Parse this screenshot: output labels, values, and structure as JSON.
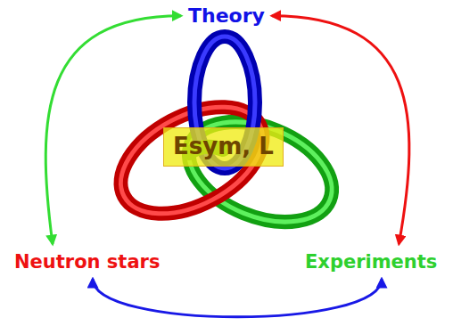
{
  "diagram": {
    "nodes": [
      {
        "text": [
          "Theory"
        ]
      },
      {
        "text": [
          "Esym, L"
        ]
      },
      {
        "text": [
          "Neutron stars"
        ]
      },
      {
        "text": [
          "Experiments"
        ]
      }
    ],
    "edges": [
      {
        "from": 0,
        "to": 2,
        "arrow": "both"
      },
      {
        "from": 0,
        "to": 3,
        "arrow": "both"
      },
      {
        "from": 2,
        "to": 3,
        "arrow": "both"
      }
    ]
  }
}
